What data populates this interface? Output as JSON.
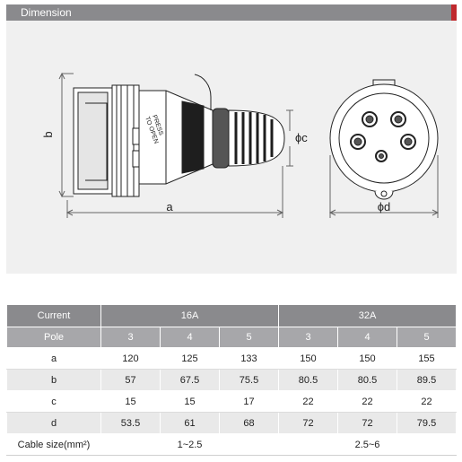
{
  "section_title": "Dimension",
  "drawing_labels": {
    "a": "a",
    "b": "b",
    "c": "ϕc",
    "d": "ϕd",
    "press_line1": "PRESS",
    "press_line2": "TO OPEN"
  },
  "table": {
    "current_label": "Current",
    "pole_label": "Pole",
    "groups": [
      "16A",
      "32A"
    ],
    "poles": [
      "3",
      "4",
      "5",
      "3",
      "4",
      "5"
    ],
    "rows": [
      {
        "label": "a",
        "values": [
          "120",
          "125",
          "133",
          "150",
          "150",
          "155"
        ]
      },
      {
        "label": "b",
        "values": [
          "57",
          "67.5",
          "75.5",
          "80.5",
          "80.5",
          "89.5"
        ]
      },
      {
        "label": "c",
        "values": [
          "15",
          "15",
          "17",
          "22",
          "22",
          "22"
        ]
      },
      {
        "label": "d",
        "values": [
          "53.5",
          "61",
          "68",
          "72",
          "72",
          "79.5"
        ]
      }
    ],
    "cable_label": "Cable size(mm²)",
    "cable_values": [
      "1~2.5",
      "2.5~6"
    ]
  },
  "colors": {
    "header": "#8a8a8d",
    "accent": "#c0282d",
    "panel": "#f0f0f0"
  }
}
